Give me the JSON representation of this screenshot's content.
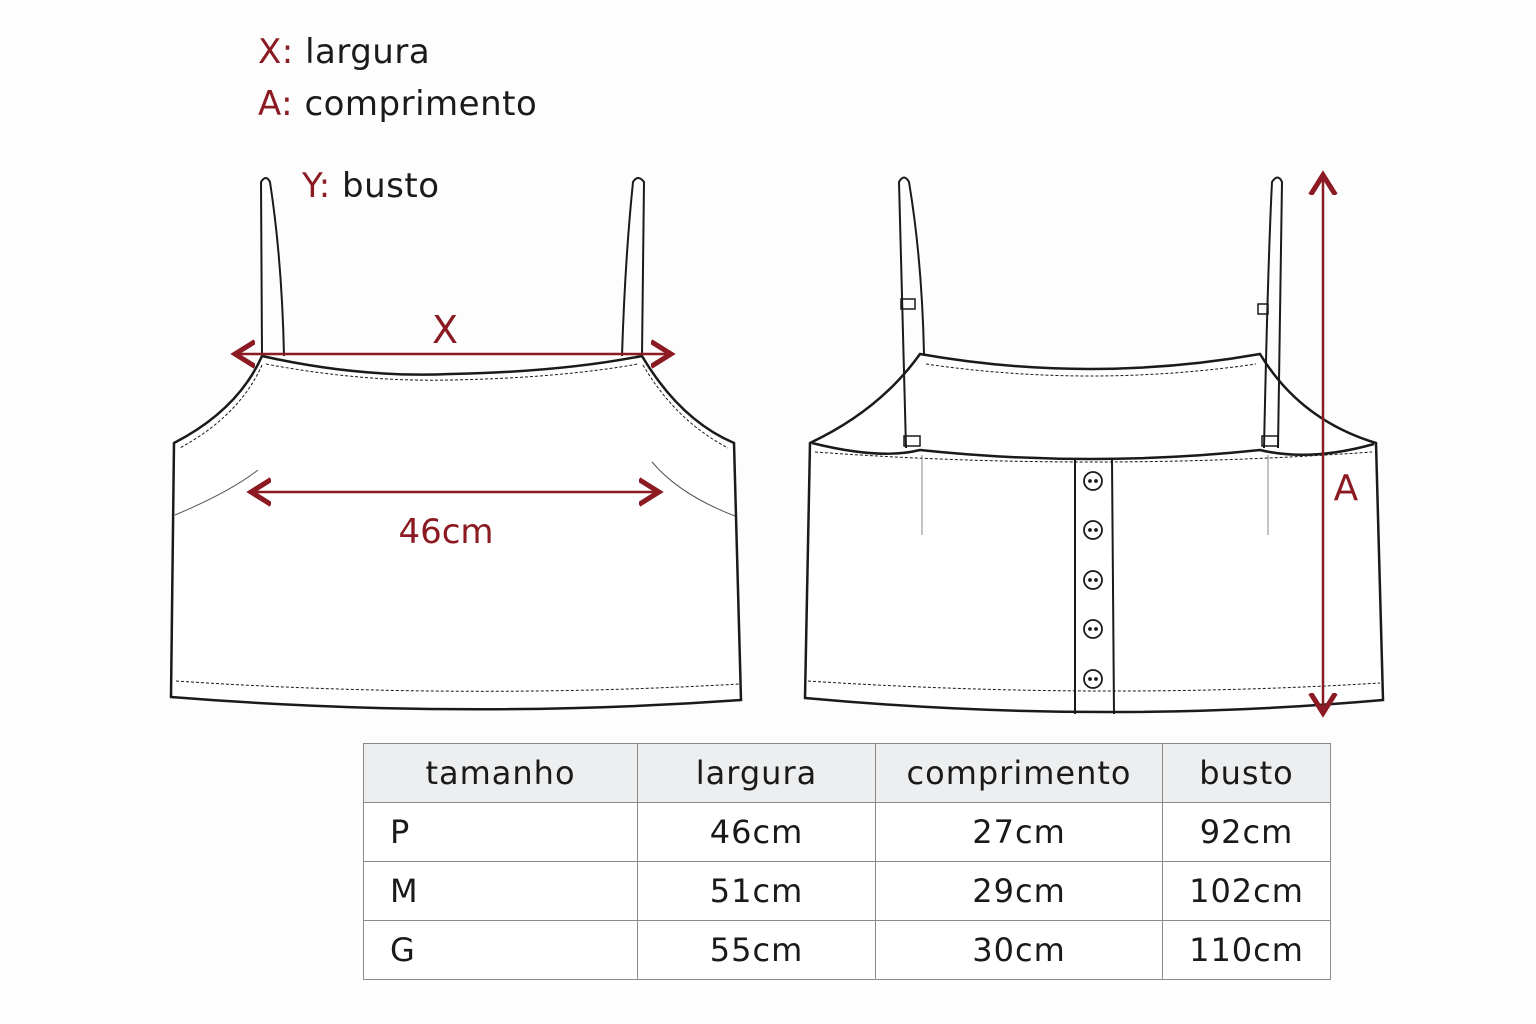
{
  "legend": [
    {
      "key": "X:",
      "label": "largura"
    },
    {
      "key": "A:",
      "label": "comprimento"
    },
    {
      "key": "Y:",
      "label": "busto"
    }
  ],
  "front_view": {
    "width_marker": "X",
    "bust_measure": "46cm"
  },
  "back_view": {
    "length_marker": "A",
    "button_count": 5
  },
  "size_table": {
    "headers": [
      "tamanho",
      "largura",
      "comprimento",
      "busto"
    ],
    "rows": [
      [
        "P",
        "46cm",
        "27cm",
        "92cm"
      ],
      [
        "M",
        "51cm",
        "29cm",
        "102cm"
      ],
      [
        "G",
        "55cm",
        "30cm",
        "110cm"
      ]
    ]
  },
  "colors": {
    "accent": "#8b1a22",
    "line": "#1a1a1a",
    "header_bg": "#eceeef"
  }
}
